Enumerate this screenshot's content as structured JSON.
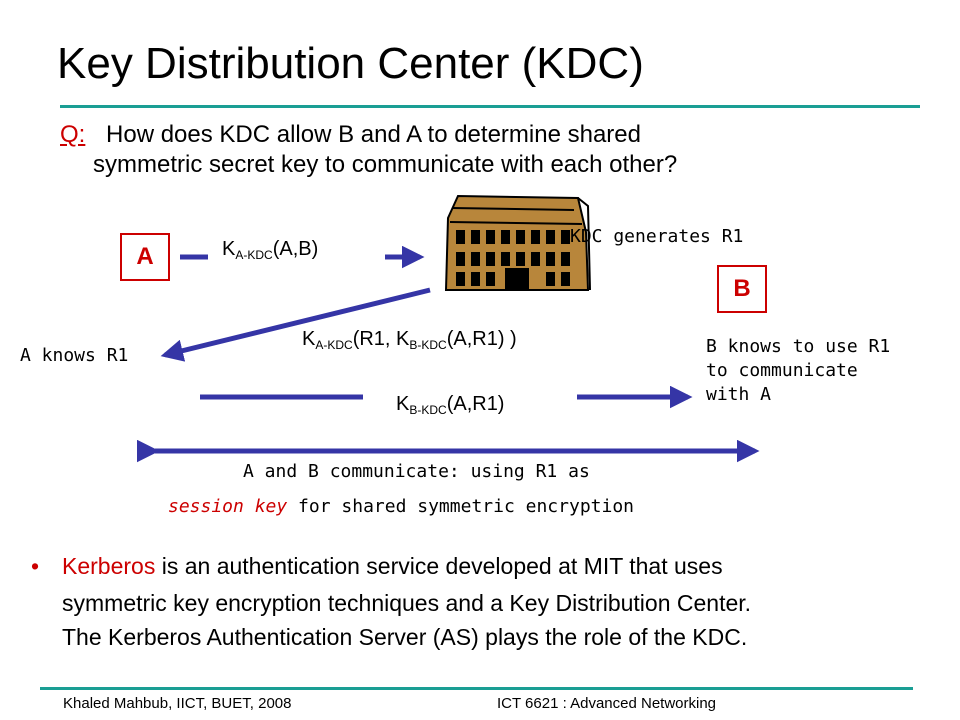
{
  "slide": {
    "title": "Key Distribution Center (KDC)",
    "accent_color": "#cc0000",
    "rule_color": "#1a9e94",
    "arrow_color": "#3535a6"
  },
  "question": {
    "label": "Q:",
    "line1": "How does KDC allow B and A to determine shared",
    "line2": "symmetric secret key to communicate with each other?"
  },
  "diagram": {
    "node_a": "A",
    "node_b": "B",
    "kdc_icon": "building-icon",
    "kdc_note": "KDC generates  R1",
    "msg1": {
      "k": "K",
      "sub": "A-KDC",
      "rest": "(A,B)"
    },
    "msg2": {
      "k1": "K",
      "sub1": "A-KDC",
      "mid": "(R1, K",
      "sub2": "B-KDC",
      "rest": "(A,R1) )"
    },
    "msg3": {
      "k": "K",
      "sub": "B-KDC",
      "rest": "(A,R1)"
    },
    "a_knows": "A knows R1",
    "b_knows": [
      "B knows to use  R1",
      "to communicate",
      "with A"
    ],
    "communicate_line": "A and B communicate: using R1 as",
    "session_key": "session key",
    "session_rest": " for shared symmetric encryption"
  },
  "bullet": {
    "marker": "•",
    "highlight": "Kerberos",
    "line1_rest": " is an authentication service developed at MIT that uses",
    "line2": "symmetric key encryption techniques and a Key Distribution Center.",
    "line3": "The Kerberos Authentication Server (AS) plays the role of the KDC."
  },
  "footer": {
    "left": "Khaled Mahbub, IICT, BUET, 2008",
    "right": "ICT 6621 : Advanced Networking"
  }
}
